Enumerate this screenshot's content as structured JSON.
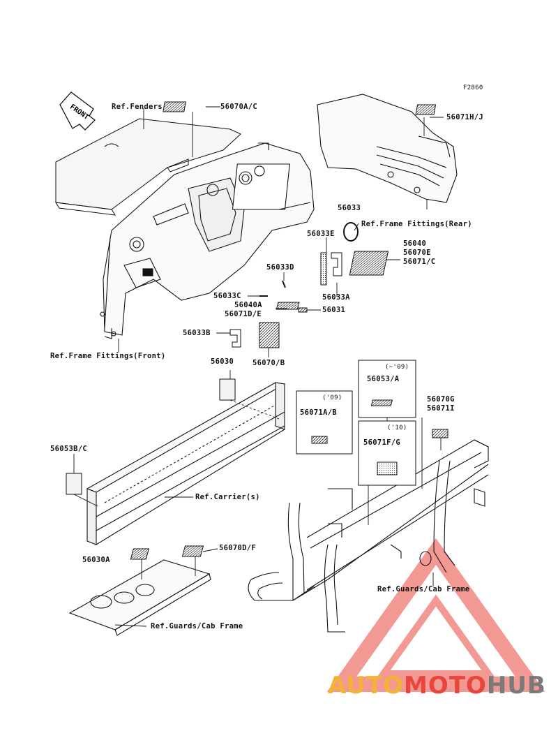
{
  "diagram_code": "F2860",
  "front_tag": "FRONT",
  "labels": {
    "ref_fenders": "Ref.Fenders",
    "p56070ac": "56070A/C",
    "p56071hj": "56071H/J",
    "p56033": "56033",
    "ref_frame_rear": "Ref.Frame Fittings(Rear)",
    "p56033e": "56033E",
    "p56040": "56040",
    "p56070e": "56070E",
    "p56071c": "56071/C",
    "p56033d": "56033D",
    "p56033c": "56033C",
    "p56033a": "56033A",
    "p56040a": "56040A",
    "p56071de": "56071D/E",
    "p56031": "56031",
    "p56033b": "56033B",
    "p56070b": "56070/B",
    "ref_frame_front": "Ref.Frame Fittings(Front)",
    "p56030": "56030",
    "box1_year": "(~'09)",
    "p56053a": "56053/A",
    "box2_year": "('09)",
    "p56071ab": "56071A/B",
    "p56070g": "56070G",
    "p56071i": "56071I",
    "box3_year": "('10)",
    "p56071fg": "56071F/G",
    "p56053bc": "56053B/C",
    "ref_carrier": "Ref.Carrier(s)",
    "p56030a": "56030A",
    "p56070df": "56070D/F",
    "ref_guards_right": "Ref.Guards/Cab Frame",
    "ref_guards_bottom": "Ref.Guards/Cab Frame"
  },
  "watermark": {
    "part1": "AUTO",
    "part2": "MOTO",
    "part3": "HUB",
    "colors": {
      "yellow": "#f3b23a",
      "red": "#e8463c",
      "gray": "#7a7a7a"
    }
  }
}
